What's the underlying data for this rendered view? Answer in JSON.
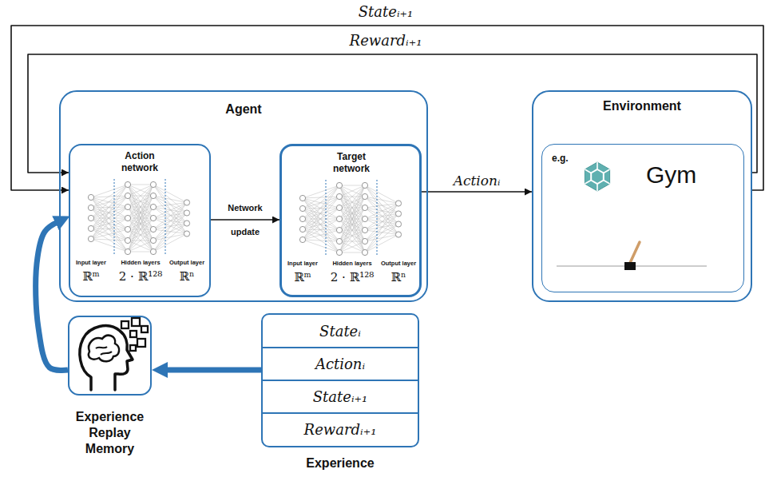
{
  "diagram": {
    "nodes": [
      {
        "text": [
          "Agent"
        ]
      },
      {
        "text": [
          "Action network",
          "Input layer",
          "Hidden layers",
          "Output layer",
          "ℝᵐ",
          "2 · ℝ¹²⁸",
          "ℝⁿ"
        ],
        "in": 0
      },
      {
        "text": [
          "Target network",
          "Input layer",
          "Hidden layers",
          "Output layer",
          "ℝᵐ",
          "2 · ℝ¹²⁸",
          "ℝⁿ"
        ],
        "in": 0
      },
      {
        "text": [
          "Environment"
        ]
      },
      {
        "text": [
          "e.g.",
          "Gym"
        ],
        "in": 3
      },
      {
        "text": [
          "Experience Replay Memory"
        ]
      },
      {
        "text": [
          "Stateᵢ",
          "Actionᵢ",
          "Stateᵢ₊₁",
          "Rewardᵢ₊₁",
          "Experience"
        ]
      }
    ],
    "edges": [
      {
        "from": 1,
        "to": 2,
        "label": "Network update",
        "arrow": "to"
      },
      {
        "from": 2,
        "to": 3,
        "label": "Actionᵢ",
        "arrow": "to"
      },
      {
        "from": 3,
        "to": 1,
        "label": "Stateᵢ₊₁",
        "arrow": "to"
      },
      {
        "from": 3,
        "to": 1,
        "label": "Rewardᵢ₊₁",
        "arrow": "to"
      },
      {
        "from": 6,
        "to": 5,
        "arrow": "to"
      },
      {
        "from": 5,
        "to": 1,
        "arrow": "to"
      }
    ]
  }
}
